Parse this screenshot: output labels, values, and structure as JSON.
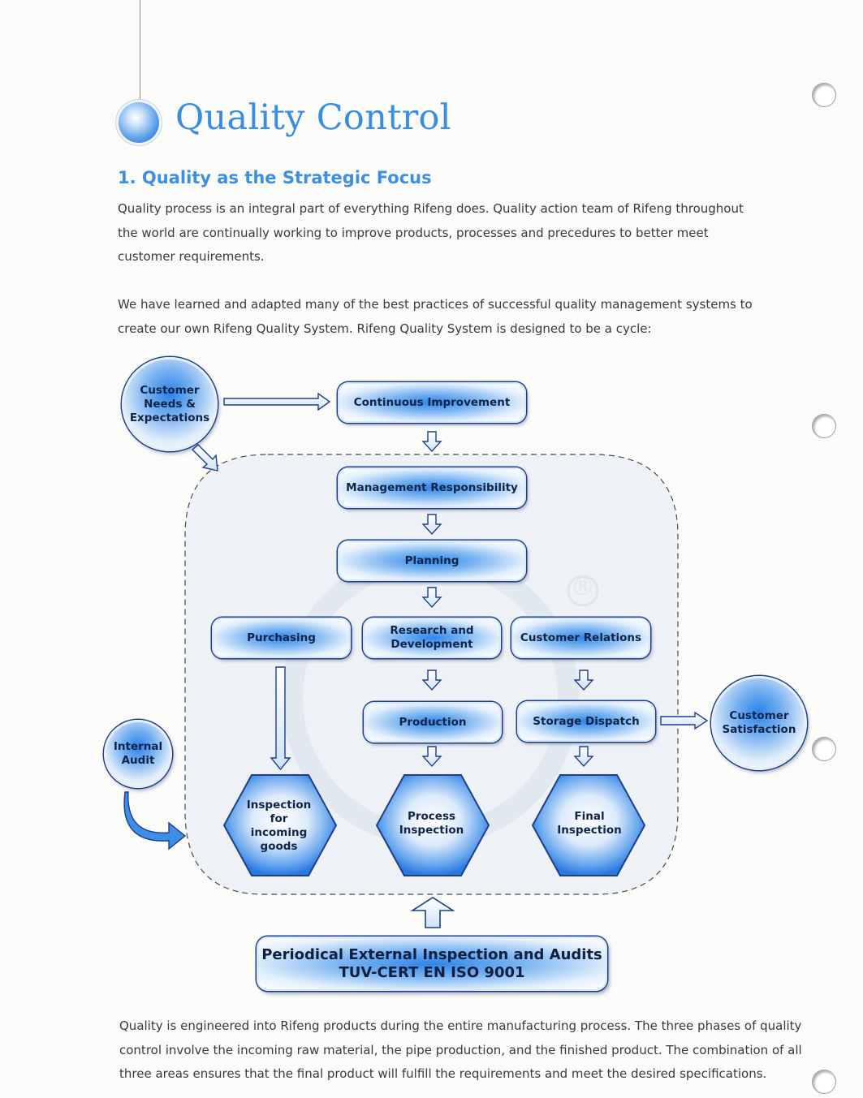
{
  "page": {
    "title": "Quality Control",
    "section_heading": "1. Quality as the Strategic Focus",
    "paragraph_1": "Quality process is an integral part of everything Rifeng does. Quality action team of Rifeng throughout the world are continually working to improve products, processes and precedures to better meet customer requirements.",
    "paragraph_2": "We have learned and adapted many of the best practices of successful quality management systems to create our own Rifeng Quality System. Rifeng Quality System is designed to be a cycle:",
    "paragraph_3": "Quality is engineered into Rifeng products during the entire manufacturing process. The three phases of quality control involve the incoming raw material, the pipe production, and the finished product. The combination of all three areas ensures that the final product will fulfill the requirements and meet the desired specifications."
  },
  "diagram": {
    "customer_needs": "Customer Needs & Expectations",
    "continuous_improvement": "Continuous Improvement",
    "management_responsibility": "Management Responsibility",
    "planning": "Planning",
    "purchasing": "Purchasing",
    "research_development": "Research and Development",
    "customer_relations": "Customer Relations",
    "production": "Production",
    "storage_dispatch": "Storage Dispatch",
    "customer_satisfaction": "Customer Satisfaction",
    "internal_audit": "Internal Audit",
    "inspection_incoming": "Inspection for incoming goods",
    "process_inspection": "Process Inspection",
    "final_inspection": "Final Inspection",
    "external_audit_line1": "Periodical External Inspection and Audits",
    "external_audit_line2": "TUV-CERT EN ISO 9001",
    "registered_mark": "®"
  },
  "colors": {
    "accent_blue": "#3a8ee0",
    "node_outline": "#1d3f8a",
    "node_core": "#2f86ea"
  }
}
